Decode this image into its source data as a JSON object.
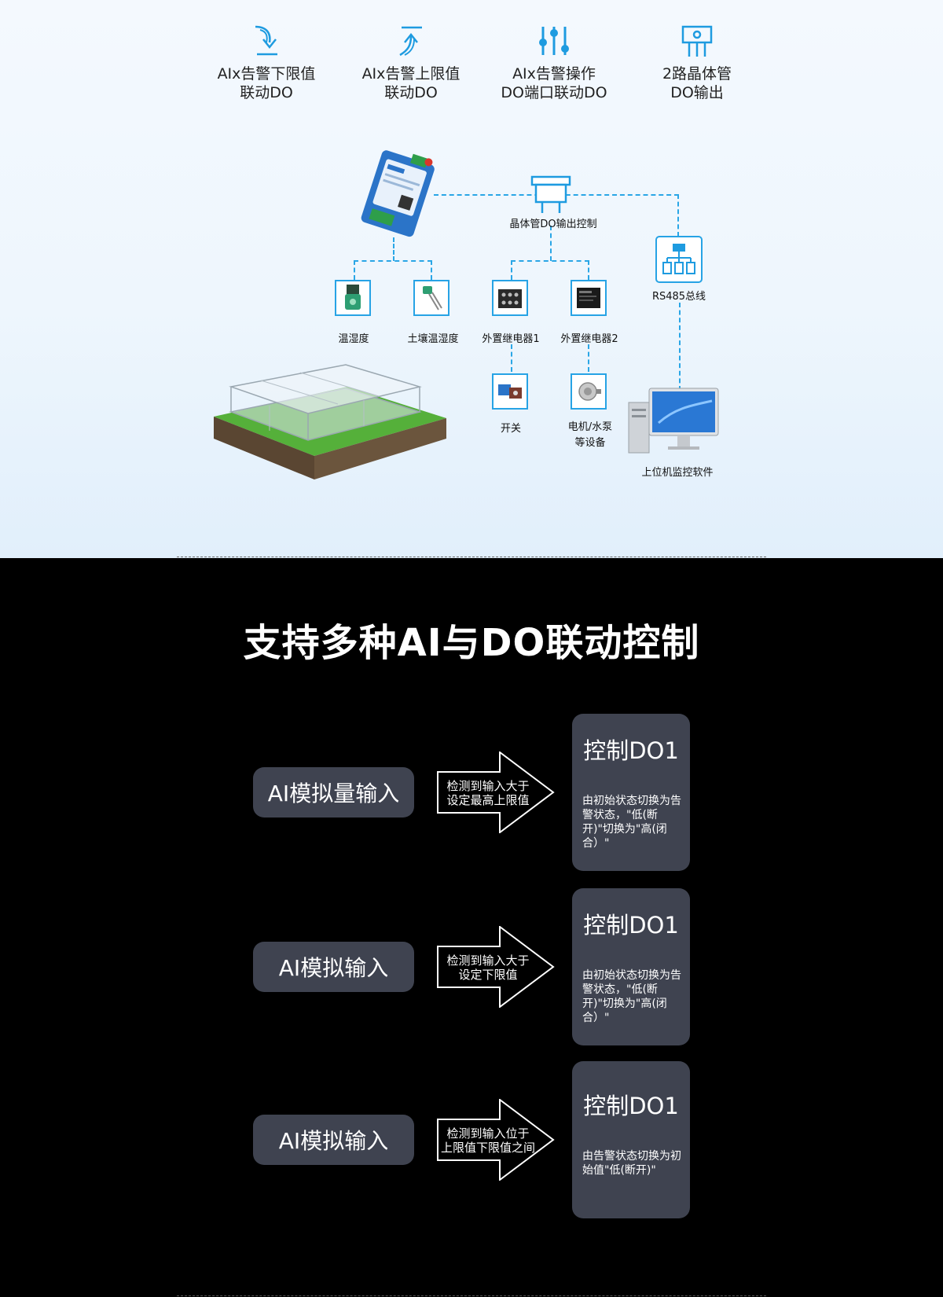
{
  "features": [
    {
      "icon": "arrow-down-icon",
      "line1": "AIx告警下限值",
      "line2": "联动DO"
    },
    {
      "icon": "arrow-up-icon",
      "line1": "AIx告警上限值",
      "line2": "联动DO"
    },
    {
      "icon": "sliders-icon",
      "line1": "AIx告警操作",
      "line2": "DO端口联动DO"
    },
    {
      "icon": "transistor-icon",
      "line1": "2路晶体管",
      "line2": "DO输出"
    }
  ],
  "diagram": {
    "do_control_label": "晶体管DO输出控制",
    "rs485_label": "RS485总线",
    "sensor_temp": "温湿度",
    "sensor_soil": "土壤温湿度",
    "relay1": "外置继电器1",
    "relay2": "外置继电器2",
    "switch": "开关",
    "motor_line1": "电机/水泵",
    "motor_line2": "等设备",
    "pc_label": "上位机监控软件"
  },
  "section": {
    "title": "支持多种AI与DO联动控制",
    "rows": [
      {
        "input": "AI模拟量输入",
        "cond_line1": "检测到输入大于",
        "cond_line2": "设定最高上限值",
        "output": "控制DO1",
        "desc": "由初始状态切换为告警状态，\"低(断开)\"切换为\"高(闭合）\""
      },
      {
        "input": "AI模拟输入",
        "cond_line1": "检测到输入大于",
        "cond_line2": "设定下限值",
        "output": "控制DO1",
        "desc": "由初始状态切换为告警状态，\"低(断开)\"切换为\"高(闭合）\""
      },
      {
        "input": "AI模拟输入",
        "cond_line1": "检测到输入位于",
        "cond_line2": "上限值下限值之间",
        "output": "控制DO1",
        "desc": "由告警状态切换为初始值\"低(断开)\""
      }
    ]
  },
  "colors": {
    "accent": "#27a3e5",
    "card": "#3f4350",
    "background_dark": "#000000"
  }
}
